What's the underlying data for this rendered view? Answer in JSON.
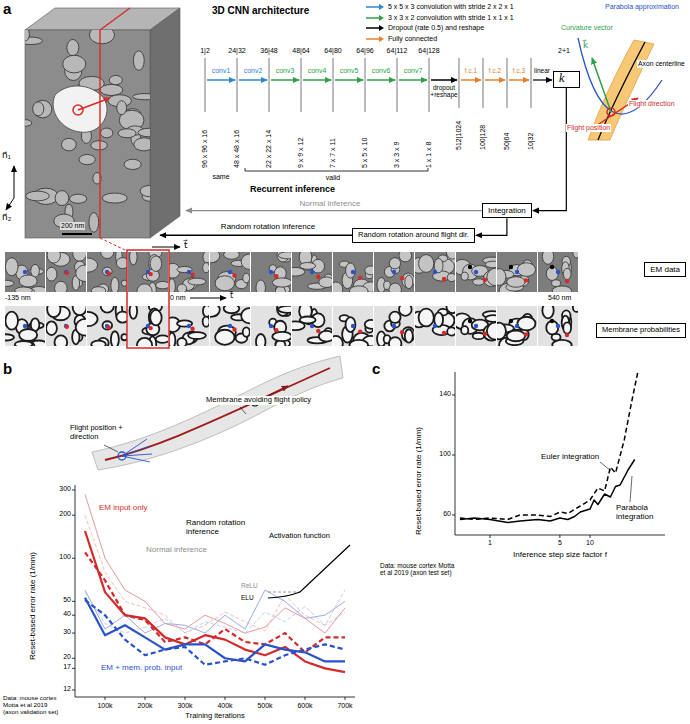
{
  "diagram": {
    "nodes": [
      {
        "text": [
          "k⃗"
        ]
      },
      {
        "text": [
          "Integration"
        ]
      },
      {
        "text": [
          "Random rotation around flight dir."
        ]
      },
      {
        "text": [
          "EM data"
        ]
      },
      {
        "text": [
          "Membrane probabilities"
        ]
      }
    ],
    "edges": [
      {
        "from": 0,
        "to": 1,
        "arrow": "to"
      },
      {
        "from": 1,
        "to": 2,
        "arrow": "to"
      }
    ],
    "labels": [
      "a",
      "3D CNN architecture",
      "1|2",
      "24|32",
      "36|48",
      "48|64",
      "64|80",
      "64|96",
      "64|112",
      "64|128",
      "conv1",
      "conv2",
      "conv3",
      "conv4",
      "conv5",
      "conv6",
      "conv7",
      "dropout +reshape",
      "f.c.1",
      "f.c.2",
      "f.c.3",
      "linear",
      "96 x 96 x 16",
      "48 x 48 x 16",
      "22 x 22 x 14",
      "9 x 9 x 12",
      "7 x 7 x 11",
      "5 x 5 x 10",
      "3 x 3 x 9",
      "1 x 1 x 8",
      "512|1024",
      "100|128",
      "50|64",
      "10|32",
      "2+1",
      "same",
      "valid",
      "Recurrent inference",
      "Normal inference",
      "Random rotation inference",
      "n⃗₁",
      "n⃗₂",
      "t⃗",
      "200 nm",
      "Parabola approximation",
      "Curvature vector",
      "k⃗",
      "Axon centerline",
      "Flight direction",
      "Flight position",
      "-135 nm",
      "0 nm",
      "t⃗",
      "540 nm",
      "b",
      "Membrane avoiding flight policy",
      "Flight position + direction",
      "EM input only",
      "Normal inference",
      "Random rotation inference",
      "Activation function",
      "ReLU",
      "ELU",
      "EM + mem. prob. input",
      "300",
      "200",
      "100",
      "50",
      "40",
      "30",
      "20",
      "17",
      "12",
      "100k",
      "200k",
      "300k",
      "400k",
      "500k",
      "600k",
      "700k",
      "Reset-based error rate (1/mm)",
      "Training iterations",
      "Data: mouse cortex Motta et al 2019 (axon validation set)",
      "c",
      "Euler integration",
      "Parabola integration",
      "60",
      "100",
      "140",
      "1",
      "5",
      "10",
      "Reset-based error rate (1/mm)",
      "Inference step size factor f",
      "Data: mouse cortex Motta et al 2019 (axon test set)"
    ],
    "legend": [
      {
        "text": "5 x 5 x 3 convolution with stride 2 x 2 x 1",
        "color": "#2e86cf"
      },
      {
        "text": "3 x 3 x 2 convolution with stride 1 x 1 x 1",
        "color": "#2f9e47"
      },
      {
        "text": "Dropout (rate 0.5) and reshape",
        "color": "#000000"
      },
      {
        "text": "Fully connected",
        "color": "#e6802b"
      }
    ]
  }
}
